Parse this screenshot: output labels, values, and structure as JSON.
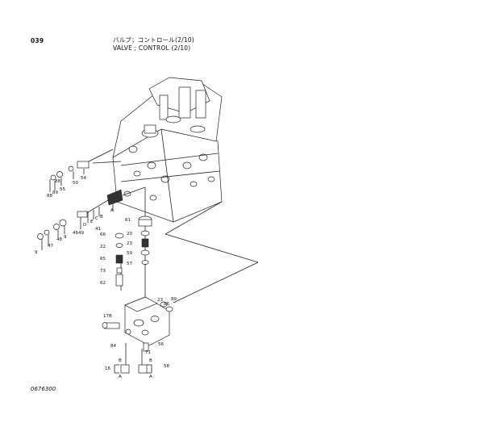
{
  "header": {
    "page_no": "039",
    "title_jp": "バルブ；コントロール(2/10)",
    "title_en": "VALVE ; CONTROL (2/10)"
  },
  "footer": {
    "doc_no": "0676300"
  },
  "callouts": {
    "c1": "50",
    "c2": "55",
    "c3": "54",
    "c4": "88",
    "c5": "89",
    "c6": "47",
    "c7": "48",
    "c8": "9",
    "c9": "46",
    "c10": "49",
    "c11": "41",
    "c12": "A",
    "c13": "B",
    "c14": "C",
    "c15": "D",
    "c16": "E",
    "c17": "61",
    "c18": "66",
    "c19": "20",
    "c20": "22",
    "c21": "23",
    "c22": "59",
    "c23": "65",
    "c24": "57",
    "c25": "73",
    "c26": "62",
    "c27": "23",
    "c28": "86",
    "c29": "89",
    "c30": "17B",
    "c31": "84",
    "c32": "71",
    "c33": "56",
    "c34": "16",
    "c35": "58",
    "c36": "B",
    "c37": "A",
    "c38": "B",
    "c39": "A",
    "c40": "9",
    "c41": "88"
  }
}
